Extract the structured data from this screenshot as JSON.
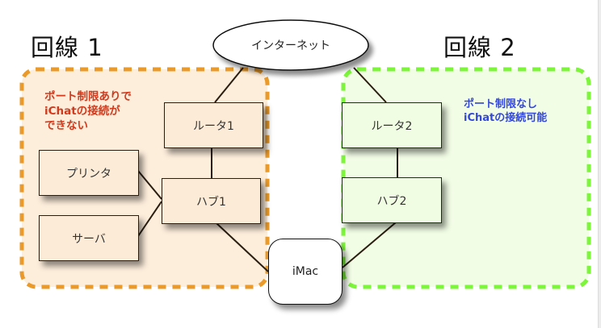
{
  "titles": {
    "line1": "回線 1",
    "line2": "回線 2"
  },
  "internet": {
    "label": "インターネット"
  },
  "regions": {
    "line1": {
      "note_lines": [
        "ポート制限ありで",
        "iChatの接続が",
        "できない"
      ],
      "border_color": "#e99a2a",
      "fill_color": "#fdeddb",
      "note_color": "#d13a1c"
    },
    "line2": {
      "note_lines": [
        "ポート制限なし",
        "iChatの接続可能"
      ],
      "border_color": "#7cf53a",
      "fill_color": "#f2fde6",
      "note_color": "#3347d8"
    }
  },
  "nodes": {
    "router1": "ルータ1",
    "hub1": "ハブ1",
    "printer": "プリンタ",
    "server": "サーバ",
    "router2": "ルータ2",
    "hub2": "ハブ2",
    "imac": "iMac"
  },
  "connections": [
    [
      "internet",
      "router1"
    ],
    [
      "internet",
      "router2"
    ],
    [
      "router1",
      "hub1"
    ],
    [
      "printer",
      "hub1"
    ],
    [
      "server",
      "hub1"
    ],
    [
      "hub1",
      "imac"
    ],
    [
      "router2",
      "hub2"
    ],
    [
      "hub2",
      "imac"
    ]
  ]
}
